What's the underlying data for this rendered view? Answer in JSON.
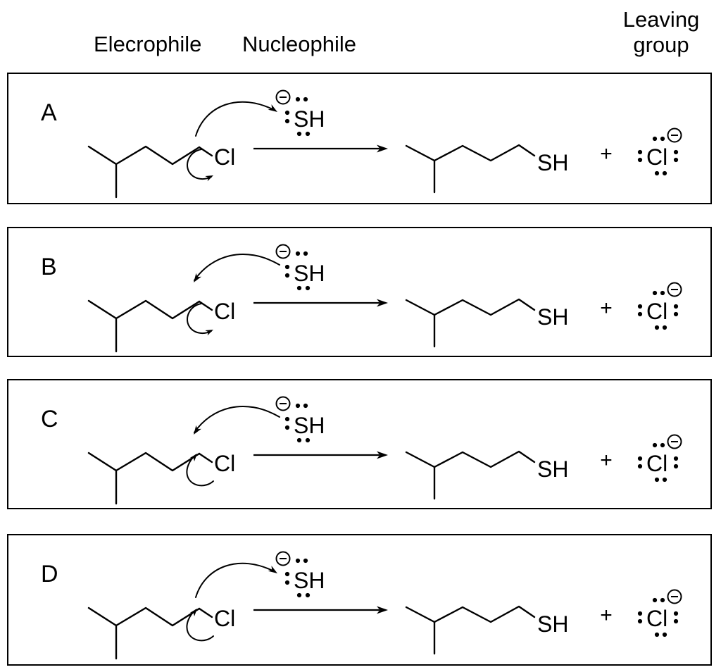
{
  "page": {
    "background": "#ffffff",
    "ink": "#000000"
  },
  "header": {
    "electrophile": "Elecrophile",
    "nucleophile": "Nucleophile",
    "leaving_group": "Leaving group"
  },
  "molecule_labels": {
    "chlorine": "Cl",
    "thiol": "SH",
    "plus": "+"
  },
  "structures": {
    "electrophile": "1-chloro-4-methylpentane skeletal structure",
    "nucleophile": "hydrosulfide anion SH- with three lone pairs and circled negative charge",
    "product": "4-methylpentane-1-thiol skeletal structure",
    "leaving_group": "chloride anion Cl- with four lone pairs and circled negative charge"
  },
  "panels": [
    {
      "letter": "A",
      "nucleophile_arrow": "carbon-to-nucleophile",
      "bond_arrow": "bond-to-chlorine"
    },
    {
      "letter": "B",
      "nucleophile_arrow": "nucleophile-to-carbon",
      "bond_arrow": "bond-to-chlorine"
    },
    {
      "letter": "C",
      "nucleophile_arrow": "nucleophile-to-carbon",
      "bond_arrow": "chlorine-to-bond"
    },
    {
      "letter": "D",
      "nucleophile_arrow": "carbon-to-nucleophile",
      "bond_arrow": "chlorine-to-bond"
    }
  ]
}
